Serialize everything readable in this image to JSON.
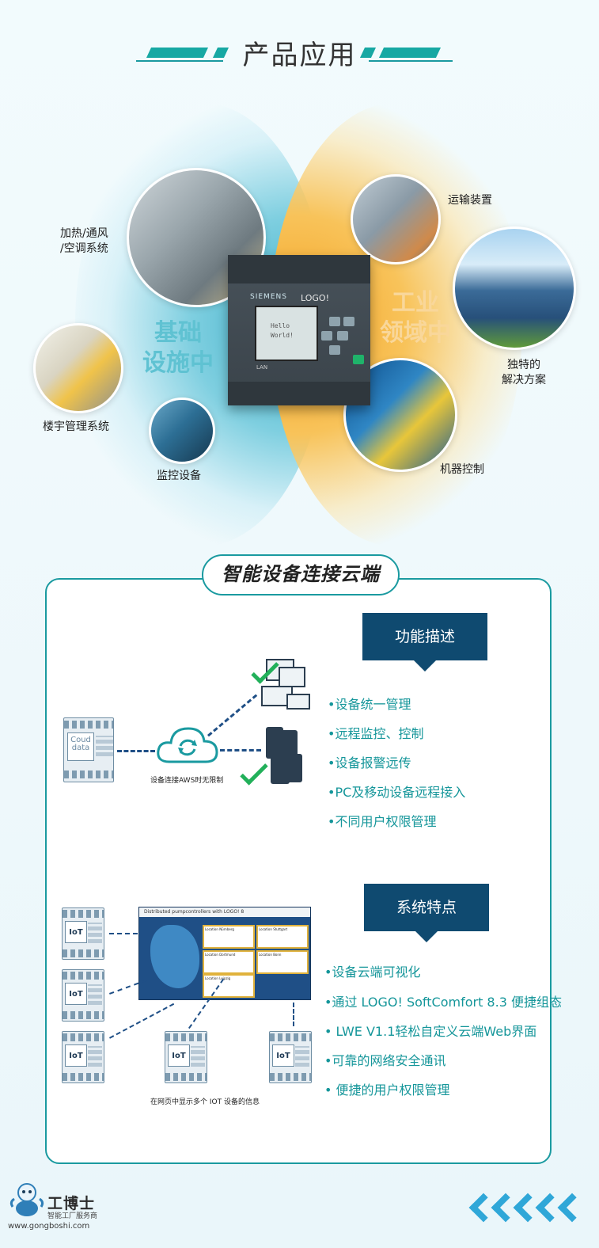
{
  "section1": {
    "title": "产品应用",
    "infrastructure_label": [
      "基础",
      "设施中"
    ],
    "industry_label": [
      "工业",
      "领域中"
    ],
    "apps": {
      "hvac": [
        "加热/通风",
        "/空调系统"
      ],
      "bms": "楼宇管理系统",
      "monitoring": "监控设备",
      "transport": "运输装置",
      "unique": [
        "独特的",
        "解决方案"
      ],
      "machine": "机器控制"
    },
    "plc": {
      "brand": "SIEMENS",
      "model": "LOGO!",
      "screen_lines": [
        "Hello",
        "World!"
      ],
      "port": "LAN"
    },
    "colors": {
      "teal": "#1a9aa0",
      "orange": "#f4a323",
      "blue_label": "#5fc2d2"
    }
  },
  "section2": {
    "title": "智能设备连接云端",
    "function_tag": "功能描述",
    "functions": [
      "•设备统一管理",
      "•远程监控、控制",
      "•设备报警远传",
      "•PC及移动设备远程接入",
      "•不同用户权限管理"
    ],
    "cloud_caption": "设备连接AWS时无限制",
    "module_screen_top": "Coud",
    "module_screen": "data",
    "system_tag": "系统特点",
    "features": [
      "•设备云端可视化",
      "•通过 LOGO! SoftComfort 8.3 便捷组态",
      "• LWE V1.1轻松自定义云端Web界面",
      "•可靠的网络安全通讯",
      "• 便捷的用户权限管理"
    ],
    "iot_modules": [
      "IoT #1",
      "IoT #2",
      "IoT #3",
      "IoT #4",
      "IoT #5"
    ],
    "map_header": "Distributed pumpcontrollers with LOGO! 8",
    "map_cards": [
      "Location Nürnberg",
      "Location Stuttgart",
      "Location Dortmund",
      "Location Bonn",
      "Location Leipzig"
    ],
    "iot_caption": "在网页中显示多个 IOT 设备的信息",
    "colors": {
      "navy": "#0f4a70",
      "feature_text": "#15969a"
    }
  },
  "footer": {
    "brand": "工博士",
    "tagline": "智能工厂服务商",
    "url": "www.gongboshi.com"
  }
}
